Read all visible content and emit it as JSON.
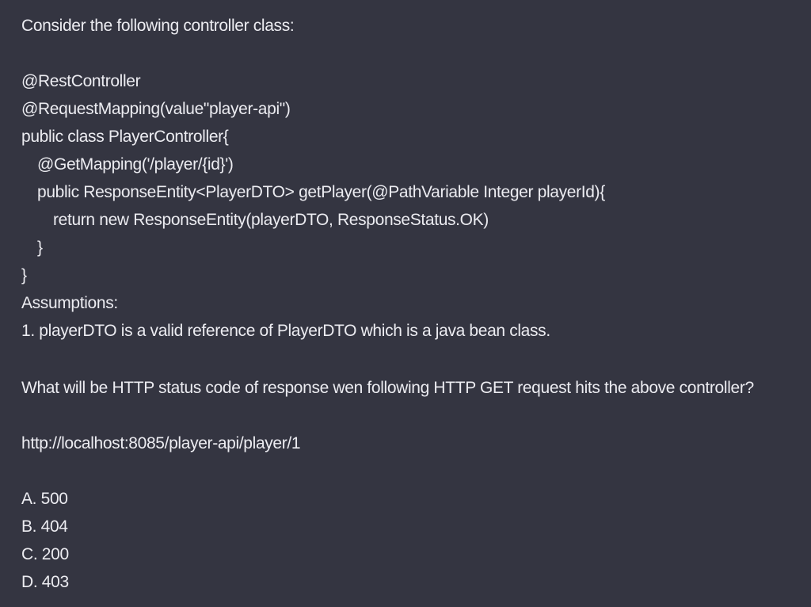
{
  "message": {
    "intro": "Consider the following controller class:",
    "code": [
      "@RestController",
      "@RequestMapping(value\"player-api\")",
      "public class PlayerController{",
      "@GetMapping('/player/{id}')",
      "public ResponseEntity<PlayerDTO> getPlayer(@PathVariable Integer playerId){",
      "return new ResponseEntity(playerDTO, ResponseStatus.OK)",
      "}",
      "}"
    ],
    "assumptions_heading": "Assumptions:",
    "assumption_1": "1. playerDTO is a valid reference of PlayerDTO which is a java bean class.",
    "question": "What will be HTTP status code of response wen following HTTP GET request hits the above controller?",
    "url": "http://localhost:8085/player-api/player/1",
    "options": [
      "A. 500",
      "B. 404",
      "C. 200",
      "D. 403"
    ]
  }
}
